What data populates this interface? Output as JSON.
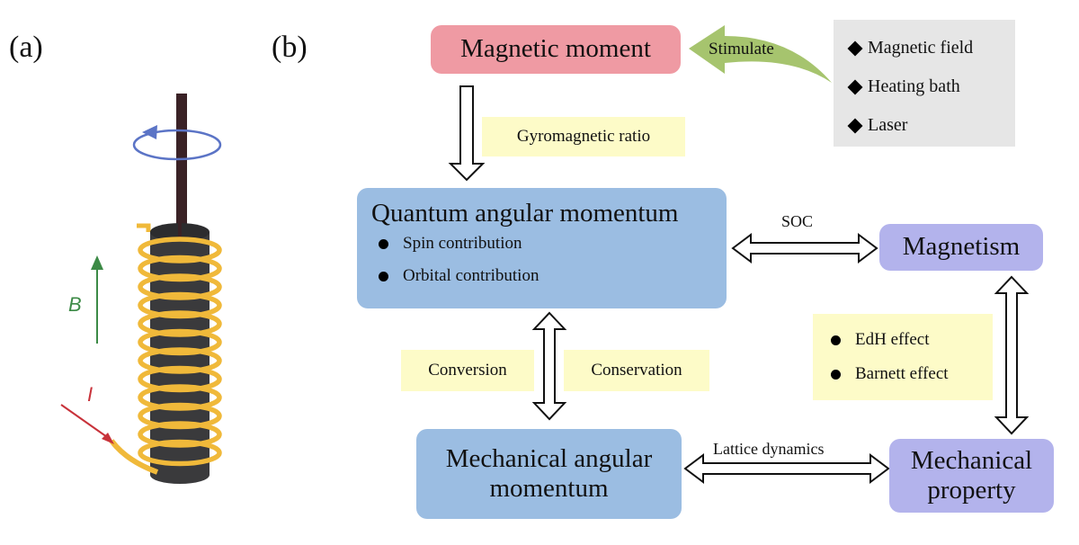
{
  "panels": {
    "a": {
      "label": "(a)",
      "field_label": "B",
      "current_label": "I",
      "colors": {
        "rod": "#3a2226",
        "cylinder": "#3a3a3c",
        "coil": "#f0b93a",
        "rotation_arrow": "#5b74c6",
        "field_arrow": "#3c8a46",
        "current_arrow": "#c8323a"
      }
    },
    "b": {
      "label": "(b)",
      "nodes": {
        "magnetic_moment": {
          "title": "Magnetic moment",
          "color": "#ef9aa3"
        },
        "quantum_angular_momentum": {
          "title": "Quantum angular momentum",
          "items": [
            "Spin contribution",
            "Orbital contribution"
          ],
          "color": "#9bbde2"
        },
        "magnetism": {
          "title": "Magnetism",
          "color": "#b3b3ec"
        },
        "mechanical_angular_momentum": {
          "title_line1": "Mechanical angular",
          "title_line2": "momentum",
          "color": "#9bbde2"
        },
        "mechanical_property": {
          "title_line1": "Mechanical",
          "title_line2": "property",
          "color": "#b3b3ec"
        }
      },
      "stimuli": {
        "arrow_label": "Stimulate",
        "arrow_color": "#a6c46e",
        "box_color": "#e6e6e6",
        "items": [
          "Magnetic field",
          "Heating bath",
          "Laser"
        ]
      },
      "edges": {
        "gyromagnetic": "Gyromagnetic ratio",
        "soc": "SOC",
        "conversion": "Conversion",
        "conservation": "Conservation",
        "effects": [
          "EdH effect",
          "Barnett effect"
        ],
        "lattice": "Lattice dynamics"
      },
      "note_color": "#fdfbc8"
    }
  }
}
